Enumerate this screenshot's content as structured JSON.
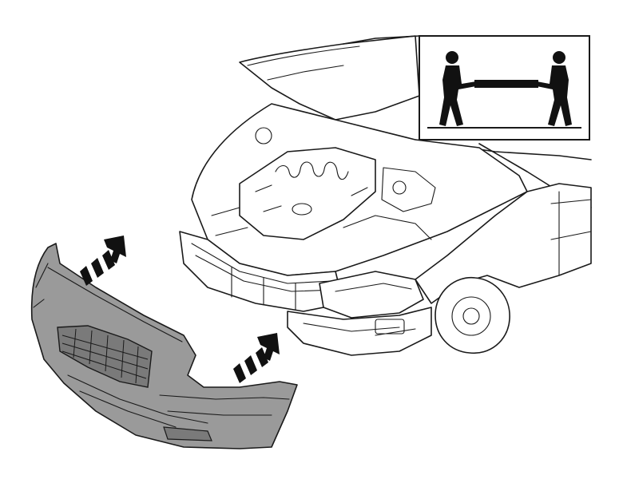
{
  "figure": {
    "description_icon": "two-person-lift-icon",
    "colors": {
      "line": "#1a1a1a",
      "bumper_fill": "#9a9a9a",
      "bumper_dark": "#7a7a7a",
      "background": "#ffffff"
    },
    "arrows": [
      {
        "name": "upper-arrow",
        "direction": "up-right"
      },
      {
        "name": "lower-arrow",
        "direction": "up-right"
      }
    ]
  }
}
